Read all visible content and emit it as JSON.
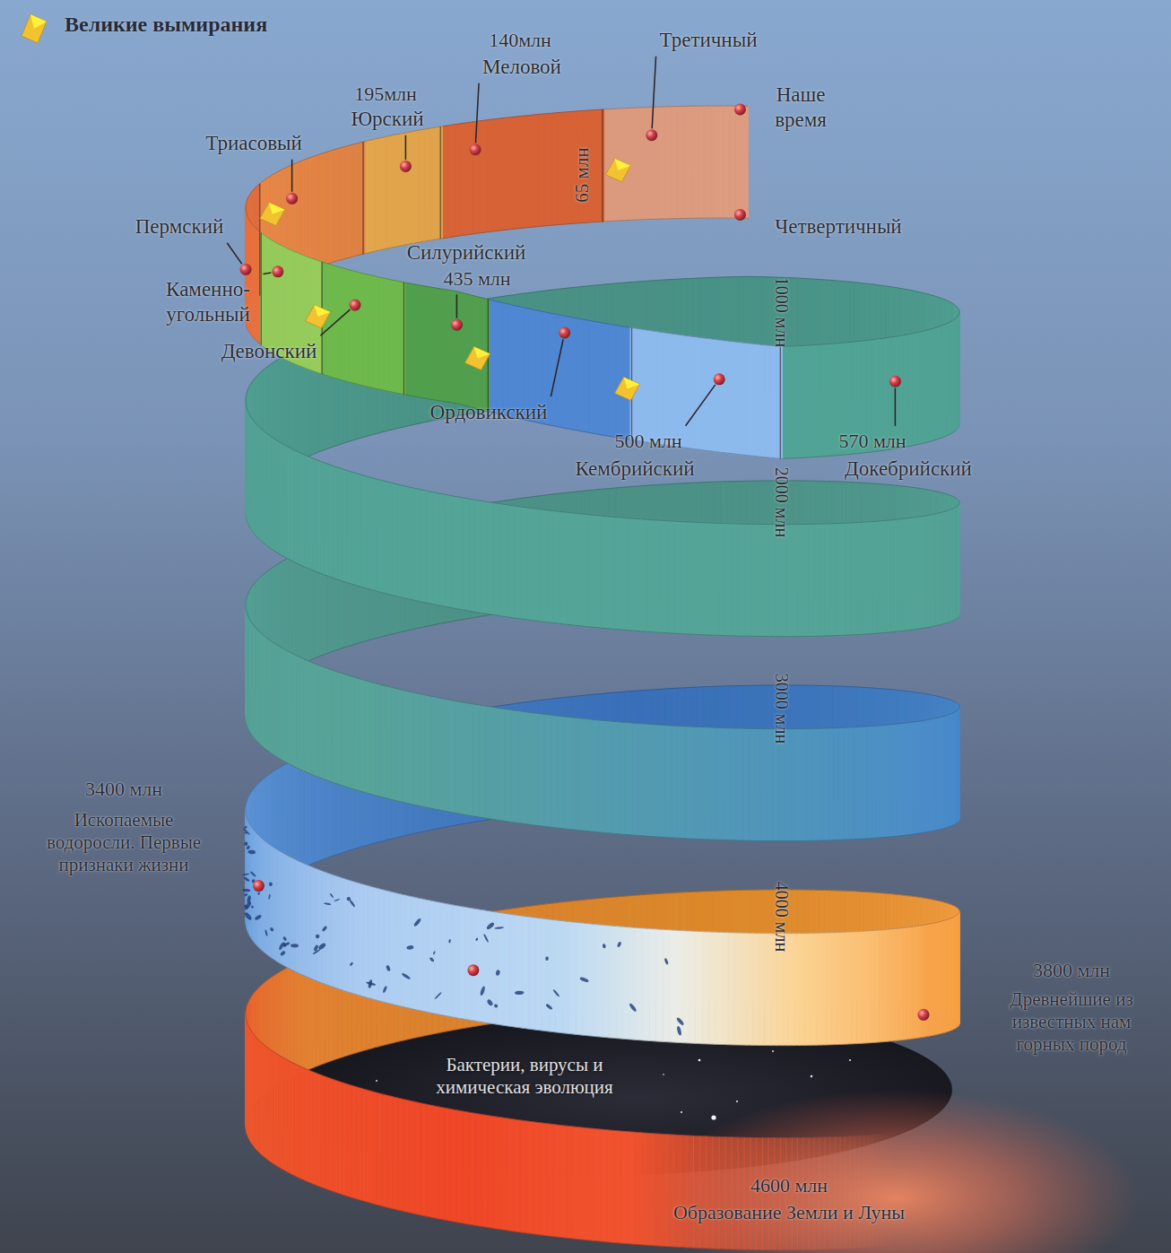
{
  "diagram": {
    "labels": [
      "Третичный",
      "140млн",
      "Меловой",
      "195млн",
      "Юрский",
      "Наше время",
      "Триасовый",
      "65 млн",
      "Пермский",
      "Четвертичный",
      "Силурийский",
      "435 млн",
      "Каменно- угольный",
      "1000 млн",
      "Девонский",
      "Ордовикский",
      "500 млн",
      "Кембрийский",
      "570 млн",
      "Докебрийский",
      "2000 млн",
      "3000 млн",
      "3400 млн",
      "Ископаемые водоросли. Первые признаки жизни",
      "4000 млн",
      "3800 млн",
      "Древнейшие из известных нам горных пород",
      "Бактерии, вирусы и химическая эволюция",
      "4600 млн",
      "Образование Земли и Луны"
    ],
    "legend": [
      {
        "text": "Великие вымирания",
        "color": "#f2c230"
      }
    ]
  }
}
